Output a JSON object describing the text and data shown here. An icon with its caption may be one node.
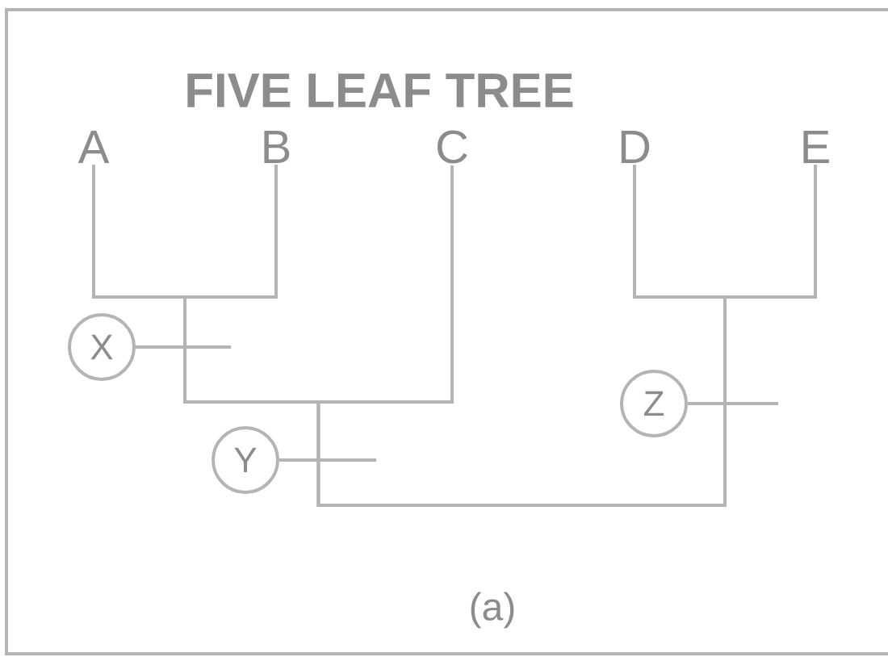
{
  "diagram": {
    "title": "FIVE LEAF TREE",
    "caption": "(a)",
    "nodes": [
      {
        "text": [
          "A"
        ]
      },
      {
        "text": [
          "B"
        ]
      },
      {
        "text": [
          "C"
        ]
      },
      {
        "text": [
          "D"
        ]
      },
      {
        "text": [
          "E"
        ]
      },
      {
        "text": [
          "X"
        ]
      },
      {
        "text": [
          "Y"
        ]
      },
      {
        "text": [
          "Z"
        ]
      }
    ],
    "edges": [
      {
        "from": 0,
        "to": 1,
        "arrow": "none"
      },
      {
        "from": 3,
        "to": 4,
        "arrow": "none"
      },
      {
        "from": 2,
        "to": 0,
        "arrow": "none"
      },
      {
        "from": 2,
        "to": 1,
        "arrow": "none"
      },
      {
        "from": 2,
        "to": 3,
        "arrow": "none"
      },
      {
        "from": 2,
        "to": 4,
        "arrow": "none"
      },
      {
        "from": 5,
        "to": null,
        "arrow": "none"
      },
      {
        "from": 6,
        "to": null,
        "arrow": "none"
      },
      {
        "from": 7,
        "to": null,
        "arrow": "none"
      }
    ]
  }
}
